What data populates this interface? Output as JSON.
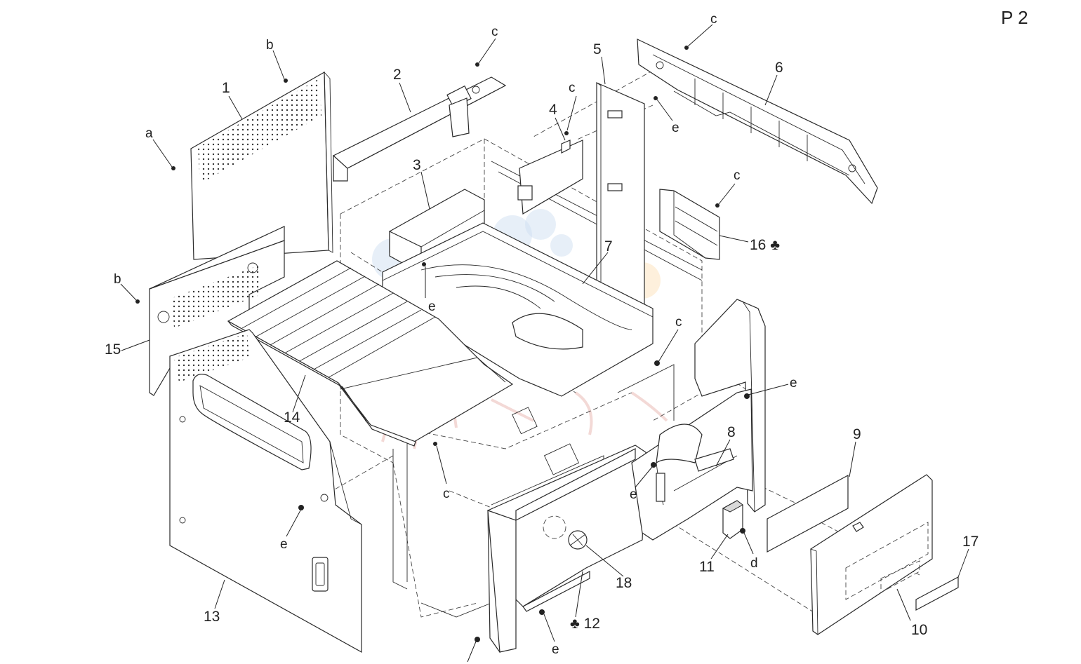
{
  "page_label": "P 2",
  "callouts": {
    "n1": "1",
    "n2": "2",
    "n3": "3",
    "n4": "4",
    "n5": "5",
    "n6": "6",
    "n7": "7",
    "n8": "8",
    "n9": "9",
    "n10": "10",
    "n11": "11",
    "n12": "♣ 12",
    "n13": "13",
    "n14": "14",
    "n15": "15",
    "n16": "16 ♣",
    "n17": "17",
    "n18": "18"
  },
  "screw_letters": {
    "a": "a",
    "b": "b",
    "c": "c",
    "d": "d",
    "e": "e"
  },
  "colors": {
    "line": "#2a2a2a",
    "background": "#ffffff"
  }
}
